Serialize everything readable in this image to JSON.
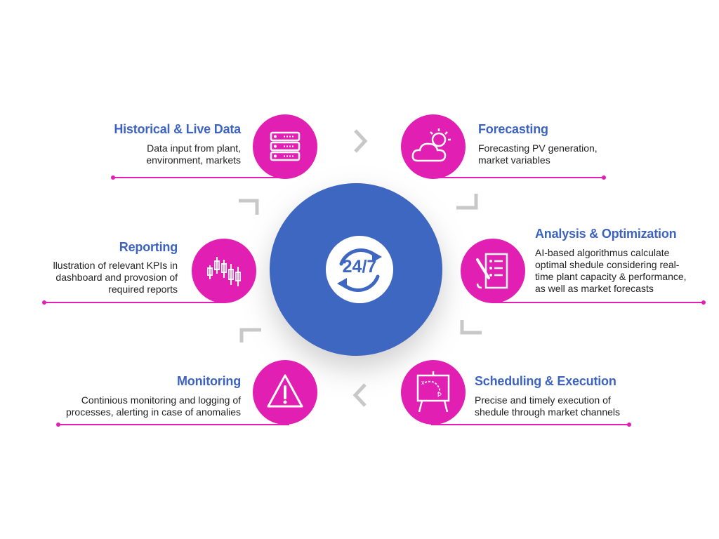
{
  "center": {
    "label": "24/7"
  },
  "nodes": [
    {
      "id": "historical",
      "title": "Historical & Live Data",
      "desc": "Data input from plant,\nenvironment, markets",
      "icon": "server-icon"
    },
    {
      "id": "forecasting",
      "title": "Forecasting",
      "desc": "Forecasting PV generation,\nmarket variables",
      "icon": "weather-icon"
    },
    {
      "id": "analysis",
      "title": "Analysis & Optimization",
      "desc": "AI-based algorithmus calculate\noptimal shedule considering real-\ntime plant capacity & performance,\nas well as market forecasts",
      "icon": "checklist-icon"
    },
    {
      "id": "scheduling",
      "title": "Scheduling & Execution",
      "desc": "Precise and timely execution of\nshedule through market channels",
      "icon": "strategy-board-icon"
    },
    {
      "id": "monitoring",
      "title": "Monitoring",
      "desc": "Continious monitoring and logging of\nprocesses, alerting in case of anomalies",
      "icon": "warning-icon"
    },
    {
      "id": "reporting",
      "title": "Reporting",
      "desc": "llustration of relevant KPIs in\ndashboard and provosion of\nrequired reports",
      "icon": "candlestick-chart-icon"
    }
  ],
  "colors": {
    "accent": "#e21fb3",
    "primary": "#3e67c1",
    "arrow": "#c8c8c8"
  }
}
